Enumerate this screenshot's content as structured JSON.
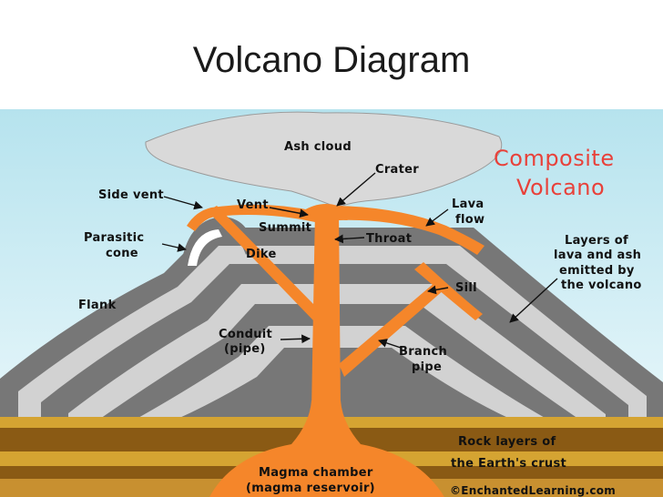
{
  "title": "Volcano Diagram",
  "diagram": {
    "heading_line1": "Composite",
    "heading_line2": "Volcano",
    "labels": {
      "ash_cloud": "Ash cloud",
      "crater": "Crater",
      "side_vent": "Side vent",
      "vent": "Vent",
      "lava_flow_1": "Lava",
      "lava_flow_2": "flow",
      "parasitic_cone_1": "Parasitic",
      "parasitic_cone_2": "cone",
      "summit": "Summit",
      "throat": "Throat",
      "dike": "Dike",
      "layers_1": "Layers of",
      "layers_2": "lava and ash",
      "layers_3": "emitted by",
      "layers_4": "the volcano",
      "sill": "Sill",
      "flank": "Flank",
      "conduit_1": "Conduit",
      "conduit_2": "(pipe)",
      "branch_pipe_1": "Branch",
      "branch_pipe_2": "pipe",
      "rock_layers_1": "Rock layers of",
      "rock_layers_2": "the Earth's crust",
      "magma_chamber_1": "Magma chamber",
      "magma_chamber_2": "(magma reservoir)",
      "credit": "©EnchantedLearning.com"
    },
    "colors": {
      "sky": "#bfe6f0",
      "ash_cloud": "#d9d9d9",
      "dark_layer": "#7a7a7a",
      "light_layer": "#d0d0d0",
      "magma": "#f5862a",
      "rock_dark": "#8a5a14",
      "rock_gold": "#d5a432",
      "heading": "#e8413a"
    }
  }
}
